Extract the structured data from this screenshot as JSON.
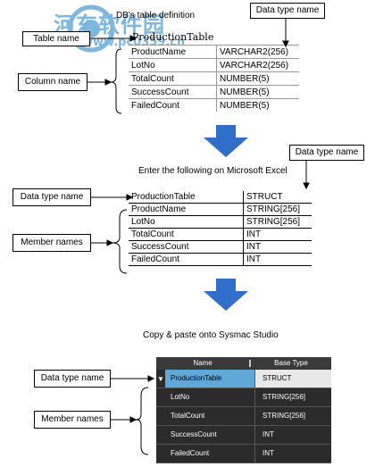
{
  "watermark": {
    "main": "河东软件园",
    "url": "www.pc0359.cn"
  },
  "section1": {
    "title": "DB's table definition",
    "table_name": "ProductionTable",
    "rows": [
      {
        "name": "ProductName",
        "type": "VARCHAR2(256)"
      },
      {
        "name": "LotNo",
        "type": "VARCHAR2(256)"
      },
      {
        "name": "TotalCount",
        "type": "NUMBER(5)"
      },
      {
        "name": "SuccessCount",
        "type": "NUMBER(5)"
      },
      {
        "name": "FailedCount",
        "type": "NUMBER(5)"
      }
    ],
    "callouts": {
      "table_name": "Table name",
      "column_name": "Column name",
      "data_type": "Data type name"
    }
  },
  "section2": {
    "title": "Enter the following on Microsoft Excel",
    "rows": [
      {
        "name": "ProductionTable",
        "type": "STRUCT"
      },
      {
        "name": "ProductName",
        "type": "STRING[256]"
      },
      {
        "name": "LotNo",
        "type": "STRING[256]"
      },
      {
        "name": "TotalCount",
        "type": "INT"
      },
      {
        "name": "SuccessCount",
        "type": "INT"
      },
      {
        "name": "FailedCount",
        "type": "INT"
      }
    ],
    "callouts": {
      "data_type": "Data type name",
      "data_type_left": "Data type name",
      "members": "Member names"
    }
  },
  "section3": {
    "title": "Copy & paste onto Sysmac Studio",
    "headers": {
      "name": "Name",
      "type": "Base Type"
    },
    "rows": [
      {
        "name": "ProductionTable",
        "type": "STRUCT"
      },
      {
        "name": "LotNo",
        "type": "STRING[256]"
      },
      {
        "name": "TotalCount",
        "type": "STRING[256]"
      },
      {
        "name": "SuccessCount",
        "type": "INT"
      },
      {
        "name": "FailedCount",
        "type": "INT"
      }
    ],
    "callouts": {
      "data_type": "Data type name",
      "members": "Member names"
    }
  },
  "colors": {
    "arrow": "#2f6ec9",
    "watermark": "#7db7de",
    "selected_row": "#5fa8d8",
    "sysmac_bg": "#2b2b2b"
  }
}
